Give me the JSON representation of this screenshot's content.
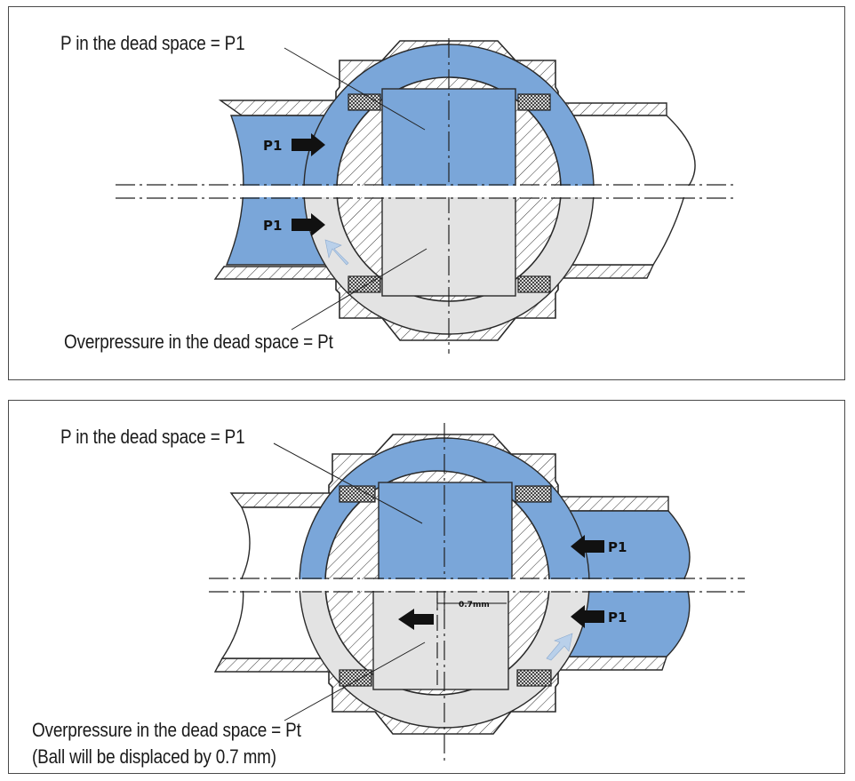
{
  "top_panel": {
    "dead_space_label": "P in the dead space = P1",
    "overpressure_label": "Overpressure in the dead space = Pt",
    "pressure_upper": "P1",
    "pressure_lower": "P1"
  },
  "bottom_panel": {
    "dead_space_label": "P in the dead space = P1",
    "overpressure_label": "Overpressure in the dead space = Pt",
    "displacement_note": "(Ball will be displaced by 0.7 mm)",
    "displacement_dimension": "0.7mm",
    "pressure_upper": "P1",
    "pressure_lower": "P1"
  },
  "colors": {
    "fluid_blue": "#7aa6d9",
    "bore_grey": "#e3e3e3",
    "arrow_light": "#b9d0ea",
    "outline": "#2a2a2a"
  }
}
